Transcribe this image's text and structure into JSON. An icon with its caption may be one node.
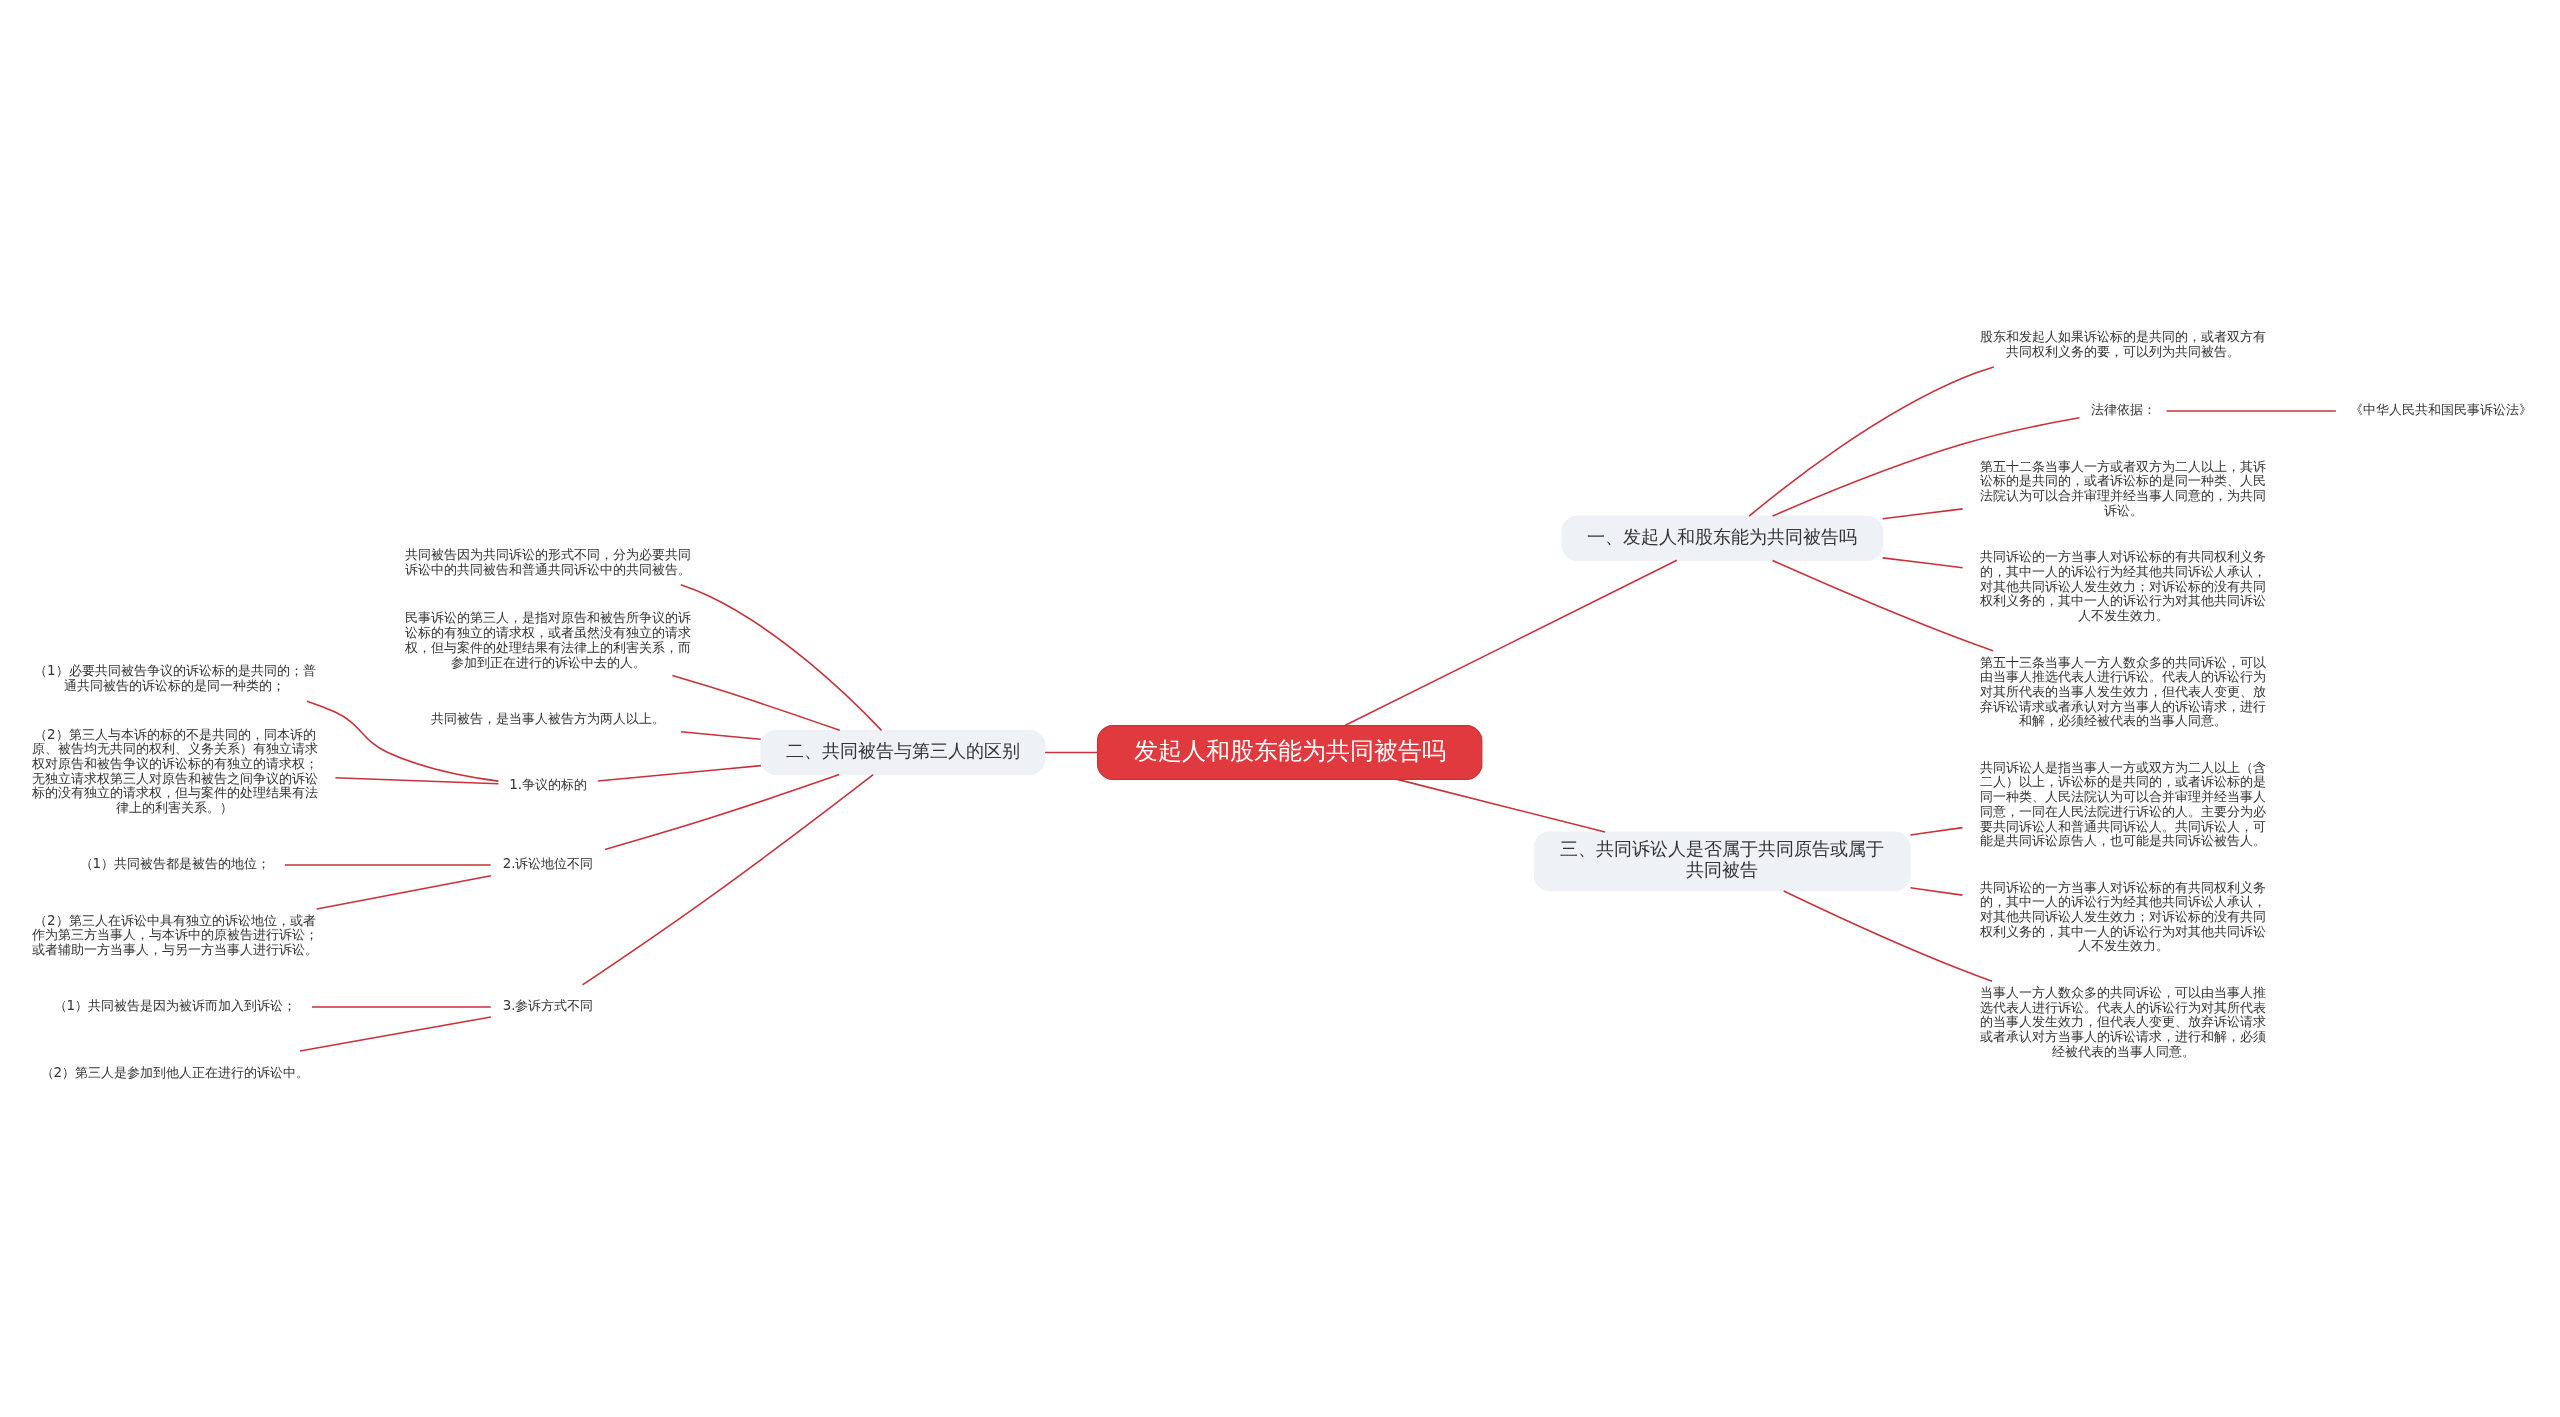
{
  "diagram": {
    "nodes": [
      {
        "text": [
          "发起人和股东能为共同被告吗"
        ]
      },
      {
        "text": [
          "一、发起人和股东能为共同被告吗"
        ]
      },
      {
        "text": [
          "股东和发起人如果诉讼标的是共同的，或者双方有共同权利义务的要，可以列为共同被告。"
        ]
      },
      {
        "text": [
          "法律依据："
        ]
      },
      {
        "text": [
          "《中华人民共和国民事诉讼法》"
        ]
      },
      {
        "text": [
          "第五十二条当事人一方或者双方为二人以上，其诉讼标的是共同的，或者诉讼标的是同一种类、人民法院认为可以合并审理并经当事人同意的，为共同诉讼。"
        ]
      },
      {
        "text": [
          "共同诉讼的一方当事人对诉讼标的有共同权利义务的，其中一人的诉讼行为经其他共同诉讼人承认，对其他共同诉讼人发生效力；对诉讼标的没有共同权利义务的，其中一人的诉讼行为对其他共同诉讼人不发生效力。"
        ]
      },
      {
        "text": [
          "第五十三条当事人一方人数众多的共同诉讼，可以由当事人推选代表人进行诉讼。代表人的诉讼行为对其所代表的当事人发生效力，但代表人变更、放弃诉讼请求或者承认对方当事人的诉讼请求，进行和解，必须经被代表的当事人同意。"
        ]
      },
      {
        "text": [
          "二、共同被告与第三人的区别"
        ]
      },
      {
        "text": [
          "共同被告因为共同诉讼的形式不同，分为必要共同诉讼中的共同被告和普通共同诉讼中的共同被告。"
        ]
      },
      {
        "text": [
          "民事诉讼的第三人，是指对原告和被告所争议的诉讼标的有独立的请求权，或者虽然没有独立的请求权，但与案件的处理结果有法律上的利害关系，而参加到正在进行的诉讼中去的人。"
        ]
      },
      {
        "text": [
          "共同被告，是当事人被告方为两人以上。"
        ]
      },
      {
        "text": [
          "1.争议的标的"
        ]
      },
      {
        "text": [
          "（1）必要共同被告争议的诉讼标的是共同的；普通共同被告的诉讼标的是同一种类的；"
        ]
      },
      {
        "text": [
          "（2）第三人与本诉的标的不是共同的，同本诉的原、被告均无共同的权利、义务关系）有独立请求权对原告和被告争议的诉讼标的有独立的请求权；无独立请求权第三人对原告和被告之间争议的诉讼标的没有独立的请求权，但与案件的处理结果有法律上的利害关系。）"
        ]
      },
      {
        "text": [
          "2.诉讼地位不同"
        ]
      },
      {
        "text": [
          "（1）共同被告都是被告的地位；"
        ]
      },
      {
        "text": [
          "（2）第三人在诉讼中具有独立的诉讼地位，或者作为第三方当事人，与本诉中的原被告进行诉讼；或者辅助一方当事人，与另一方当事人进行诉讼。"
        ]
      },
      {
        "text": [
          "3.参诉方式不同"
        ]
      },
      {
        "text": [
          "（1）共同被告是因为被诉而加入到诉讼；"
        ]
      },
      {
        "text": [
          "（2）第三人是参加到他人正在进行的诉讼中。"
        ]
      },
      {
        "text": [
          "三、共同诉讼人是否属于共同原告或属于共同被告"
        ]
      },
      {
        "text": [
          "共同诉讼人是指当事人一方或双方为二人以上（含二人）以上，诉讼标的是共同的，或者诉讼标的是同一种类、人民法院认为可以合并审理并经当事人同意，一同在人民法院进行诉讼的人。主要分为必要共同诉讼人和普通共同诉讼人。共同诉讼人，可能是共同诉讼原告人，也可能是共同诉讼被告人。"
        ]
      },
      {
        "text": [
          "共同诉讼的一方当事人对诉讼标的有共同权利义务的，其中一人的诉讼行为经其他共同诉讼人承认，对其他共同诉讼人发生效力；对诉讼标的没有共同权利义务的，其中一人的诉讼行为对其他共同诉讼人不发生效力。"
        ]
      },
      {
        "text": [
          "当事人一方人数众多的共同诉讼，可以由当事人推选代表人进行诉讼。代表人的诉讼行为对其所代表的当事人发生效力，但代表人变更、放弃诉讼请求或者承认对方当事人的诉讼请求，进行和解，必须经被代表的当事人同意。"
        ]
      }
    ],
    "edges": [
      {
        "from": 0,
        "to": 1,
        "arrow": "none"
      },
      {
        "from": 1,
        "to": 2,
        "arrow": "none"
      },
      {
        "from": 1,
        "to": 3,
        "arrow": "none"
      },
      {
        "from": 3,
        "to": 4,
        "arrow": "none"
      },
      {
        "from": 1,
        "to": 5,
        "arrow": "none"
      },
      {
        "from": 1,
        "to": 6,
        "arrow": "none"
      },
      {
        "from": 1,
        "to": 7,
        "arrow": "none"
      },
      {
        "from": 0,
        "to": 8,
        "arrow": "none"
      },
      {
        "from": 8,
        "to": 9,
        "arrow": "none"
      },
      {
        "from": 8,
        "to": 10,
        "arrow": "none"
      },
      {
        "from": 8,
        "to": 11,
        "arrow": "none"
      },
      {
        "from": 8,
        "to": 12,
        "arrow": "none"
      },
      {
        "from": 12,
        "to": 13,
        "arrow": "none"
      },
      {
        "from": 12,
        "to": 14,
        "arrow": "none"
      },
      {
        "from": 8,
        "to": 15,
        "arrow": "none"
      },
      {
        "from": 15,
        "to": 16,
        "arrow": "none"
      },
      {
        "from": 15,
        "to": 17,
        "arrow": "none"
      },
      {
        "from": 8,
        "to": 18,
        "arrow": "none"
      },
      {
        "from": 18,
        "to": 19,
        "arrow": "none"
      },
      {
        "from": 18,
        "to": 20,
        "arrow": "none"
      },
      {
        "from": 0,
        "to": 21,
        "arrow": "none"
      },
      {
        "from": 21,
        "to": 22,
        "arrow": "none"
      },
      {
        "from": 21,
        "to": 23,
        "arrow": "none"
      },
      {
        "from": 21,
        "to": 24,
        "arrow": "none"
      }
    ]
  }
}
